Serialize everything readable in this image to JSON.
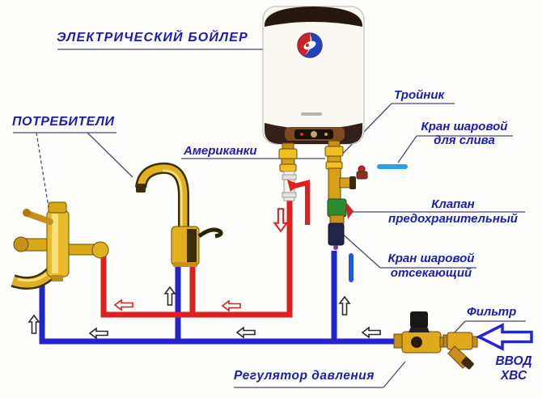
{
  "diagram": {
    "title": "ЭЛЕКТРИЧЕСКИЙ БОЙЛЕР",
    "labels": {
      "consumers": "ПОТРЕБИТЕЛИ",
      "unions": "Американки",
      "tee": "Тройник",
      "drain_valve": {
        "line1": "Кран шаровой",
        "line2": "для слива"
      },
      "safety_valve": {
        "line1": "Клапан",
        "line2": "предохранительный"
      },
      "shutoff_valve": {
        "line1": "Кран шаровой",
        "line2": "отсекающий"
      },
      "filter": "Фильтр",
      "pressure_regulator": "Регулятор давления",
      "cold_inlet": {
        "line1": "ВВОД",
        "line2": "ХВС"
      }
    },
    "colors": {
      "hot_pipe": "#e02020",
      "cold_pipe": "#2424cc",
      "label_text": "#1c1cb0",
      "brass": "#d8a018",
      "leader_line": "#4a4a70"
    }
  }
}
